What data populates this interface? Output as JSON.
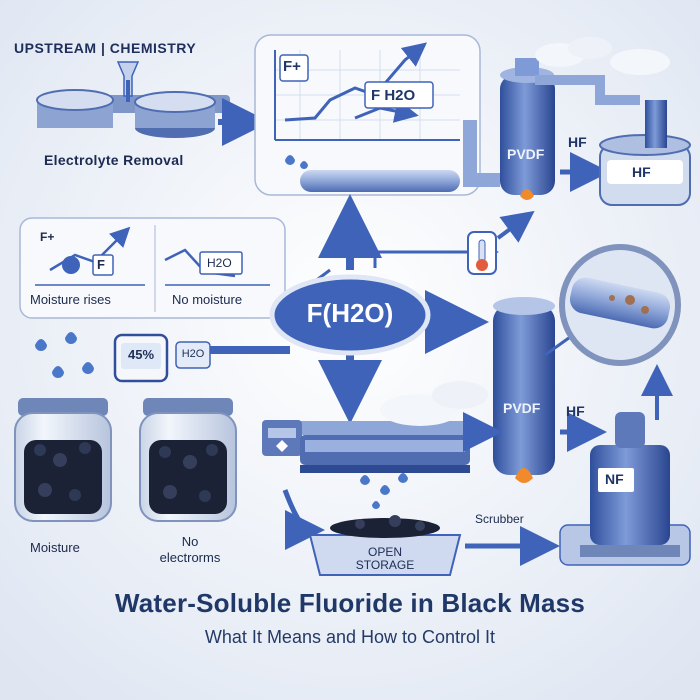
{
  "header": {
    "left": "UPSTREAM",
    "separator": "|",
    "right": "CHEMISTRY"
  },
  "labels": {
    "electrolyte_removal": "Electrolyte Removal",
    "f_plus_top": "F+",
    "f_h2o_top": "F H2O",
    "pvdf_top": "PVDF",
    "hf_top_label": "HF",
    "hf_tank": "HF",
    "f_plus_mid": "F+",
    "f_mid": "F",
    "h2o_mid": "H2O",
    "moisture_rises": "Moisture rises",
    "no_moisture": "No moisture",
    "center_formula": "F(H2O)",
    "humidity_value": "45%",
    "h2o_box": "H2O",
    "pvdf_mid": "PVDF",
    "hf_mid": "HF",
    "nf": "NF",
    "scrubber": "Scrubber",
    "open_storage_1": "OPEN",
    "open_storage_2": "STORAGE",
    "jar_moisture": "Moisture",
    "jar_no_1": "No",
    "jar_no_2": "electrorms"
  },
  "footer": {
    "title": "Water-Soluble Fluoride in Black Mass",
    "subtitle": "What It Means and How to Control It"
  },
  "colors": {
    "background": "#eef2f8",
    "accent_blue": "#3f63b8",
    "dark_navy": "#1f2f57",
    "flame_orange": "#f08a2a"
  }
}
